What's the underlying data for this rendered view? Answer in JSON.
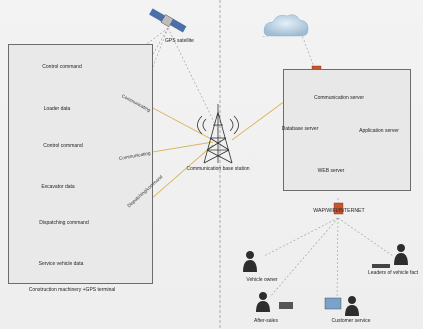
{
  "labels": {
    "gps_satellite": "GPS satellite",
    "control_command_1": "Control command",
    "loader_data": "Loader data",
    "control_command_2": "Control command",
    "excavator_data": "Excavator data",
    "dispatching_command": "Dispatching command",
    "service_vehicle_data": "Service vehicle data",
    "machinery_terminal": "Construction machinery +GPS terminal",
    "base_station": "Communication base station",
    "comm_server": "Communication server",
    "database_server": "Database server",
    "application_server": "Application server",
    "web_server": "WEB server",
    "network": "WAP/WIFI/INTERNET",
    "vehicle_owner": "Vehicle owner",
    "leaders": "Leaders of vehicle fact",
    "after_sales": "After-sales",
    "customer_service": "Customer service"
  },
  "link_labels": {
    "top": "Communicating",
    "middle": "Communicating",
    "bottom": "Dispatching/command"
  },
  "colors": {
    "gps_link": "#9a9a9a",
    "data_link": "#d9b45a",
    "arrow": "#5aa0b0",
    "cloud": "#c7dceb",
    "firewall": "#c8542e"
  }
}
